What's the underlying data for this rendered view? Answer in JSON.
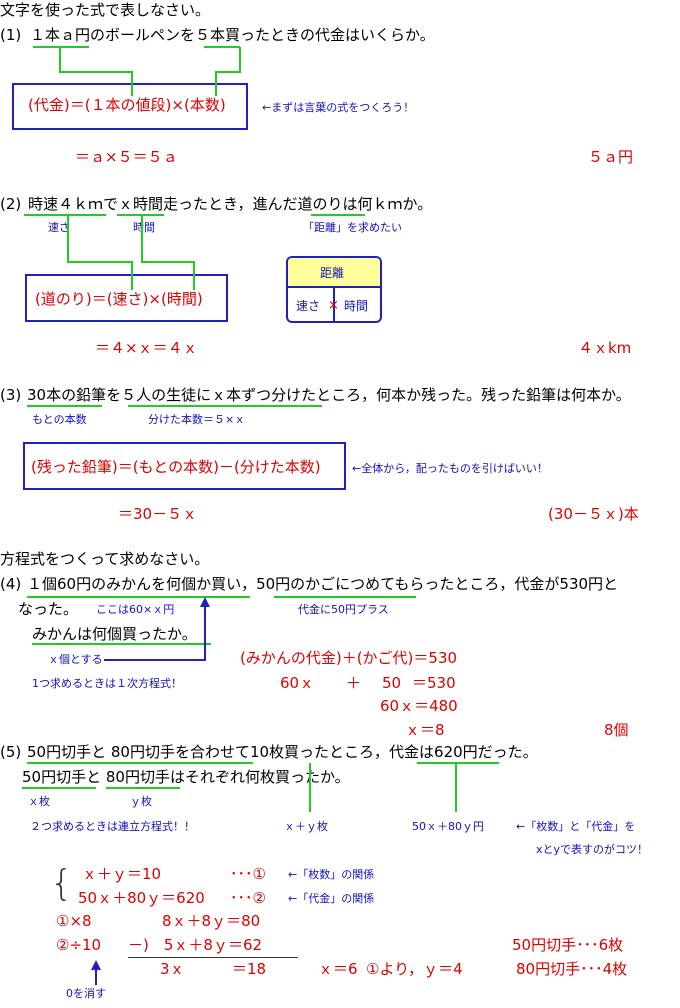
{
  "heading1": "文字を使った式で表しなさい。",
  "p1": {
    "num": "(1)",
    "question": "１本ａ円のボールペンを５本買ったときの代金はいくらか。",
    "formula": "(代金)＝(１本の値段)×(本数)",
    "note": "←まずは言葉の式をつくろう！",
    "calc": "＝ａ×５＝５ａ",
    "answer": "５ａ円"
  },
  "p2": {
    "num": "(2)",
    "question": "時速４ｋｍでｘ時間走ったとき，進んだ道のりは何ｋｍか。",
    "label_speed": "速さ",
    "label_time": "時間",
    "label_want": "「距離」を求めたい",
    "formula": "(道のり)＝(速さ)×(時間)",
    "diagram": {
      "top": "距離",
      "left": "速さ",
      "mid": "×",
      "right": "時間"
    },
    "calc": "＝４×ｘ＝４ｘ",
    "answer": "４ｘkm"
  },
  "p3": {
    "num": "(3)",
    "question": "30本の鉛筆を５人の生徒にｘ本ずつ分けたところ，何本か残った。残った鉛筆は何本か。",
    "label_orig": "もとの本数",
    "label_split": "分けた本数＝５×ｘ",
    "formula": "(残った鉛筆)＝(もとの本数)－(分けた本数)",
    "note": "←全体から，配ったものを引けばいい！",
    "calc": "＝30－５ｘ",
    "answer": "(30－５ｘ)本"
  },
  "heading2": "方程式をつくって求めなさい。",
  "p4": {
    "num": "(4)",
    "question_l1": "１個60円のみかんを何個か買い，50円のかごにつめてもらったところ，代金が530円と",
    "question_l2": "なった。",
    "question_l3": "みかんは何個買ったか。",
    "note_here": "ここは60×ｘ円",
    "note_basket": "代金に50円プラス",
    "note_x": "ｘ個とする",
    "note_one": "1つ求めるときは１次方程式！",
    "eq1": "(みかんの代金)＋(かご代)＝530",
    "eq2a": "60ｘ",
    "eq2b": "＋",
    "eq2c": "50",
    "eq2d": "＝530",
    "eq3": "60ｘ＝480",
    "eq4": "ｘ＝8",
    "answer": "8個"
  },
  "p5": {
    "num": "(5)",
    "question_l1": "50円切手と 80円切手を合わせて10枚買ったところ，代金は620円だった。",
    "question_l2": "50円切手と 80円切手はそれぞれ何枚買ったか。",
    "label_x": "ｘ枚",
    "label_y": "ｙ枚",
    "note_two": "２つ求めるときは連立方程式！！",
    "label_count": "ｘ＋ｙ枚",
    "label_cost": "50ｘ＋80ｙ円",
    "note_rel1": "←「枚数」と「代金」を",
    "note_rel2": "xとyで表すのがコツ！",
    "sys1": "ｘ＋ｙ＝10",
    "sys1_mark": "･･･①",
    "sys1_note": "←「枚数」の関係",
    "sys2": "50ｘ＋80ｙ＝620",
    "sys2_mark": "･･･②",
    "sys2_note": "←「代金」の関係",
    "op1": "①×8",
    "op1_eq": "8ｘ＋8ｙ＝80",
    "op2": "②÷10",
    "op2_eq": "－)　5ｘ＋8ｙ＝62",
    "res_l": "3ｘ",
    "res_r": "＝18",
    "x_val": "ｘ＝6",
    "y_val": "①より，ｙ＝4",
    "note_zero": "0を消す",
    "ans1": "50円切手･･･6枚",
    "ans2": "80円切手･･･4枚"
  }
}
